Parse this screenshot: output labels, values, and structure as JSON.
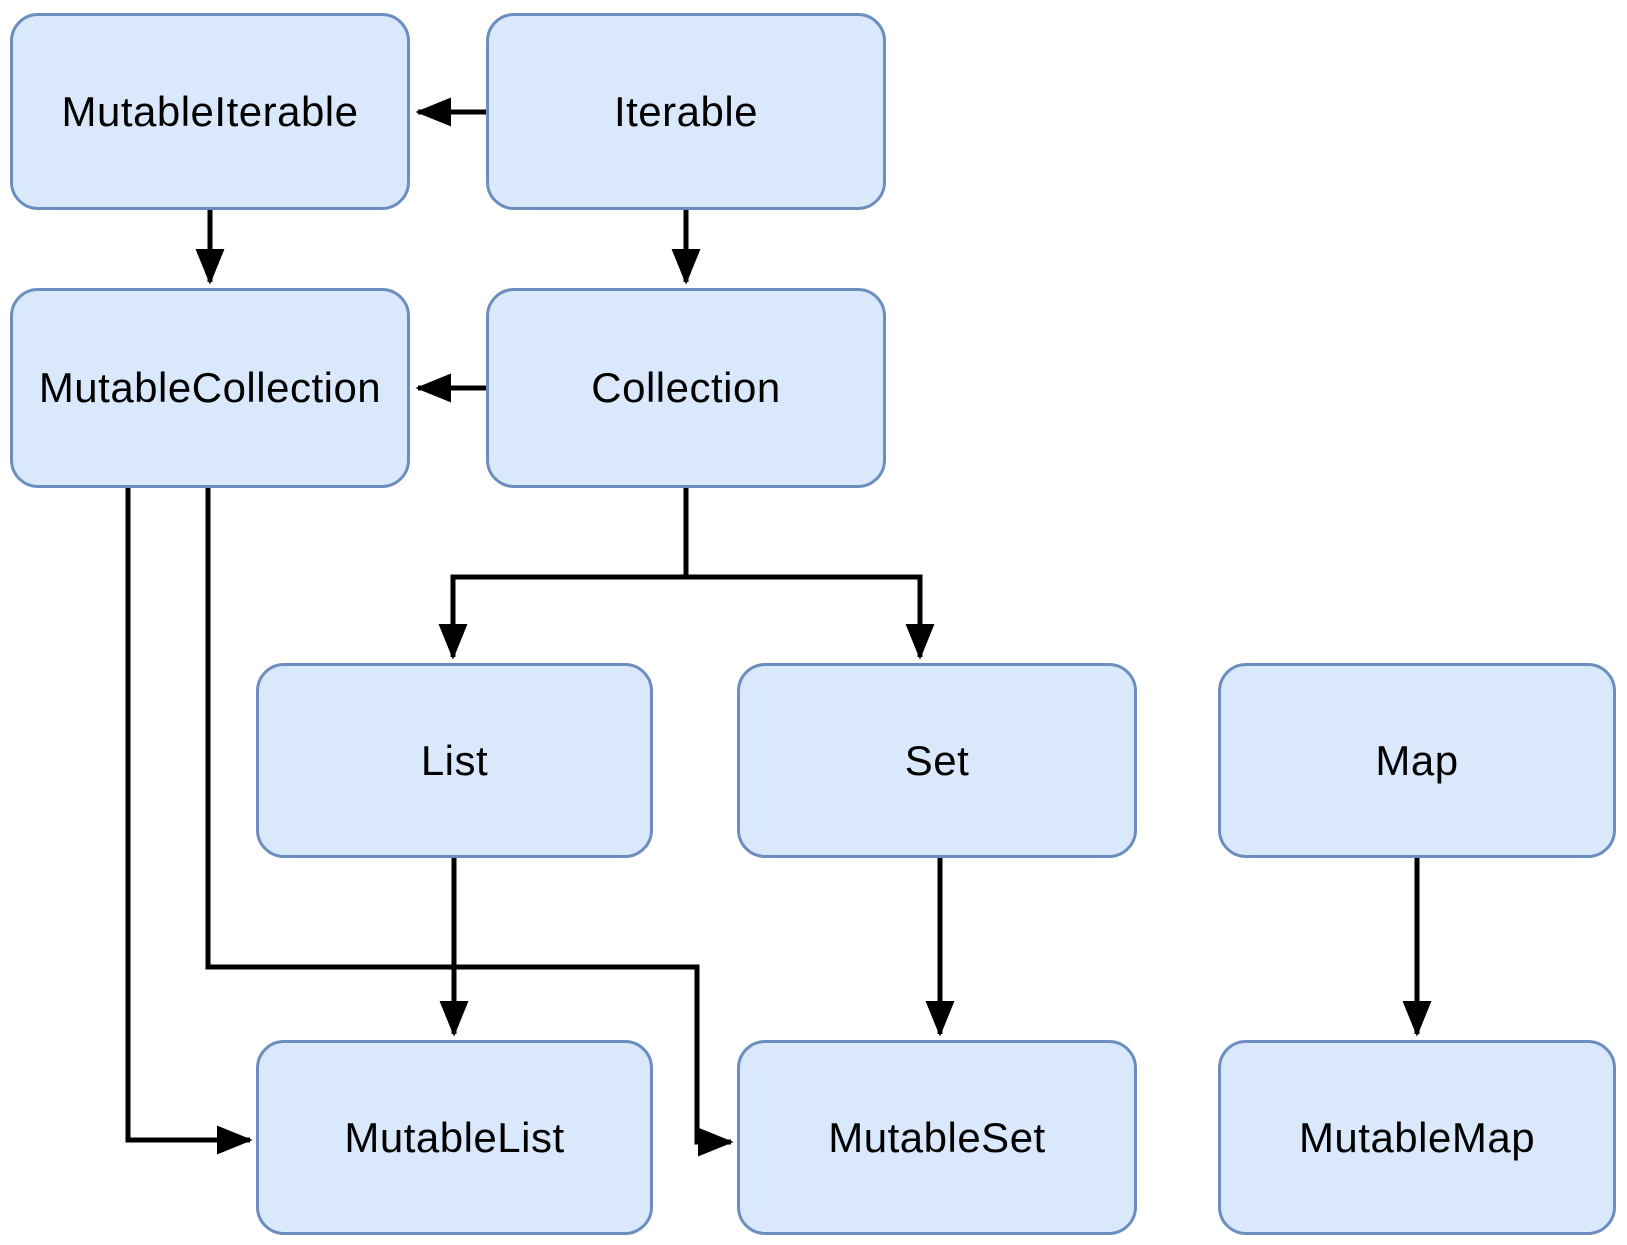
{
  "diagram": {
    "type": "class-hierarchy-flowchart",
    "colors": {
      "node_fill": "#dae8fc",
      "node_border": "#6c8ebf",
      "edge": "#000000",
      "text": "#000000",
      "background": "#ffffff"
    },
    "nodes": [
      {
        "id": "mutable-iterable",
        "label": "MutableIterable"
      },
      {
        "id": "iterable",
        "label": "Iterable"
      },
      {
        "id": "mutable-collection",
        "label": "MutableCollection"
      },
      {
        "id": "collection",
        "label": "Collection"
      },
      {
        "id": "list",
        "label": "List"
      },
      {
        "id": "set",
        "label": "Set"
      },
      {
        "id": "map",
        "label": "Map"
      },
      {
        "id": "mutable-list",
        "label": "MutableList"
      },
      {
        "id": "mutable-set",
        "label": "MutableSet"
      },
      {
        "id": "mutable-map",
        "label": "MutableMap"
      }
    ],
    "edges": [
      {
        "from": "Iterable",
        "to": "MutableIterable"
      },
      {
        "from": "Iterable",
        "to": "Collection"
      },
      {
        "from": "Collection",
        "to": "MutableCollection"
      },
      {
        "from": "Collection",
        "to": "List"
      },
      {
        "from": "Collection",
        "to": "Set"
      },
      {
        "from": "List",
        "to": "MutableList"
      },
      {
        "from": "Set",
        "to": "MutableSet"
      },
      {
        "from": "Map",
        "to": "MutableMap"
      },
      {
        "from": "MutableIterable",
        "to": "MutableCollection"
      },
      {
        "from": "MutableCollection",
        "to": "MutableList"
      },
      {
        "from": "MutableCollection",
        "to": "MutableSet"
      }
    ]
  }
}
